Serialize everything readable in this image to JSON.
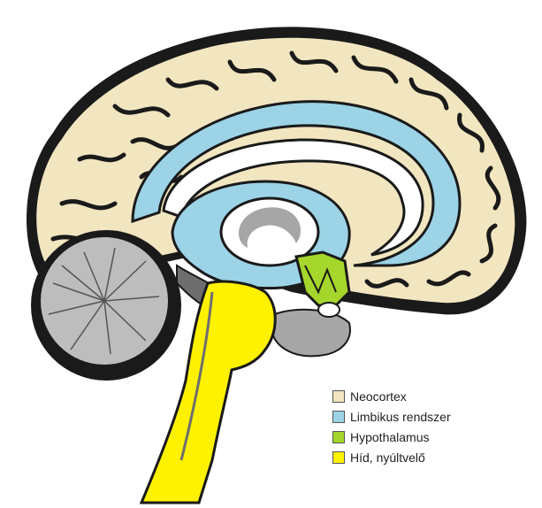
{
  "legend": {
    "items": [
      {
        "label": "Neocortex",
        "color": "#F2E6C0"
      },
      {
        "label": "Limbikus rendszer",
        "color": "#9CD3E6"
      },
      {
        "label": "Hypothalamus",
        "color": "#A5D62B"
      },
      {
        "label": "Híd, nyúltvelő",
        "color": "#FFF200"
      }
    ]
  },
  "colors": {
    "neocortex": "#F2E6C0",
    "limbic": "#9CD3E6",
    "hypothalamus": "#A5D62B",
    "brainstem": "#FFF200",
    "cerebellum": "#BDBDBD",
    "dark_gray": "#6E6E6E",
    "mid_gray": "#A6A6A6",
    "outline": "#1A1A1A"
  }
}
